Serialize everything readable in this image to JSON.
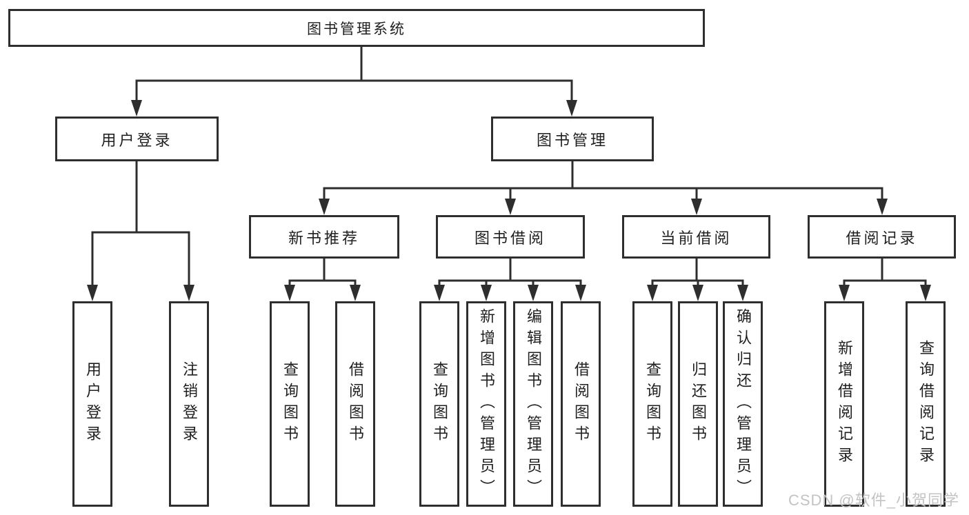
{
  "colors": {
    "background": "#ffffff",
    "line": "#2e2e2e",
    "box_border": "#2e2e2e",
    "text": "#1f1f1f",
    "watermark": "#c3c3c3"
  },
  "tree": {
    "root": {
      "label": "图书管理系统",
      "children": [
        {
          "label": "用户登录",
          "children": [
            {
              "label": "用户登录"
            },
            {
              "label": "注销登录"
            }
          ]
        },
        {
          "label": "图书管理",
          "children": [
            {
              "label": "新书推荐",
              "children": [
                {
                  "label": "查询图书"
                },
                {
                  "label": "借阅图书"
                }
              ]
            },
            {
              "label": "图书借阅",
              "children": [
                {
                  "label": "查询图书"
                },
                {
                  "label": "新增图书（管理员）"
                },
                {
                  "label": "编辑图书（管理员）"
                },
                {
                  "label": "借阅图书"
                }
              ]
            },
            {
              "label": "当前借阅",
              "children": [
                {
                  "label": "查询图书"
                },
                {
                  "label": "归还图书"
                },
                {
                  "label": "确认归还（管理员）"
                }
              ]
            },
            {
              "label": "借阅记录",
              "children": [
                {
                  "label": "新增借阅记录"
                },
                {
                  "label": "查询借阅记录"
                }
              ]
            }
          ]
        }
      ]
    }
  },
  "watermark": {
    "text": "CSDN @软件_小贺同学"
  }
}
